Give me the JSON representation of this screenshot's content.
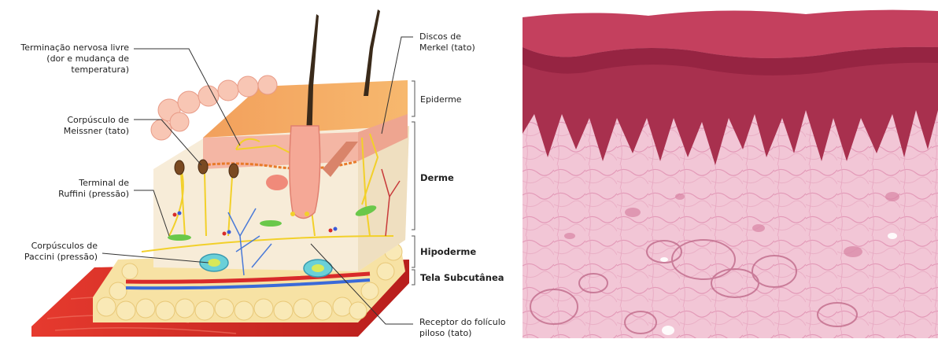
{
  "callouts_left": {
    "free_nerve": [
      "Terminação nervosa livre",
      "(dor e mudança de",
      "temperatura)"
    ],
    "meissner": [
      "Corpúsculo de",
      "Meissner (tato)"
    ],
    "ruffini": [
      "Terminal de",
      "Ruffini (pressão)"
    ],
    "paccini": [
      "Corpúsculos de",
      "Paccini (pressão)"
    ]
  },
  "callouts_right": {
    "merkel": [
      "Discos de",
      "Merkel (tato)"
    ],
    "hair_receptor": [
      "Receptor do folículo",
      "piloso (tato)"
    ]
  },
  "layers": {
    "epidermis": "Epiderme",
    "dermis": "Derme",
    "hypodermis": "Hipoderme",
    "subcutaneous": "Tela Subcutânea"
  },
  "colors": {
    "epidermis_top": "#f2a05c",
    "epidermis_face": "#f4b6a4",
    "dermis": "#f7ecd8",
    "fat": "#f7e2a4",
    "muscle": "#d9302a",
    "nerve": "#f2d02a",
    "histology_bg": "#f2c6d6",
    "histology_epidermis": "#a8304e"
  }
}
